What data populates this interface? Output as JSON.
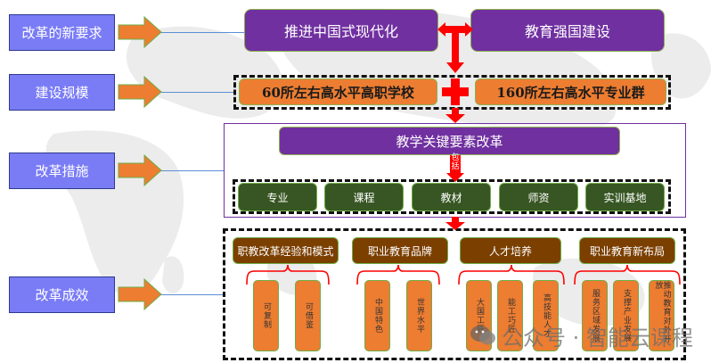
{
  "left_labels": [
    {
      "label": "改革的新要求"
    },
    {
      "label": "建设规模"
    },
    {
      "label": "改革措施"
    },
    {
      "label": "改革成效"
    }
  ],
  "requirements": {
    "left": "推进中国式现代化",
    "right": "教育强国建设"
  },
  "scale": {
    "left": "60所左右高水平高职学校",
    "right": "160所左右高水平专业群"
  },
  "measures": {
    "title": "教学关键要素改革",
    "includes_label": "包括",
    "items": [
      "专业",
      "课程",
      "教材",
      "师资",
      "实训基地"
    ]
  },
  "outcomes": [
    {
      "title": "职教改革经验和模式",
      "items": [
        "可复制",
        "可借鉴"
      ]
    },
    {
      "title": "职业教育品牌",
      "items": [
        "中国特色",
        "世界水平"
      ]
    },
    {
      "title": "人才培养",
      "items": [
        "大国工匠",
        "能工巧匠",
        "高技能人才"
      ]
    },
    {
      "title": "职业教育新布局",
      "items": [
        "服务区域发展",
        "支撑产业发展",
        "推动教育对外开放"
      ]
    }
  ],
  "colors": {
    "label_blue": "#7a7cf6",
    "arrow_orange": "#ed7d31",
    "purple": "#7030a0",
    "green": "#375623",
    "brown": "#7b3f00",
    "red": "#ff0000"
  },
  "watermark": {
    "icon": "wechat-icon",
    "text": "公众号 · 智能云课程"
  }
}
